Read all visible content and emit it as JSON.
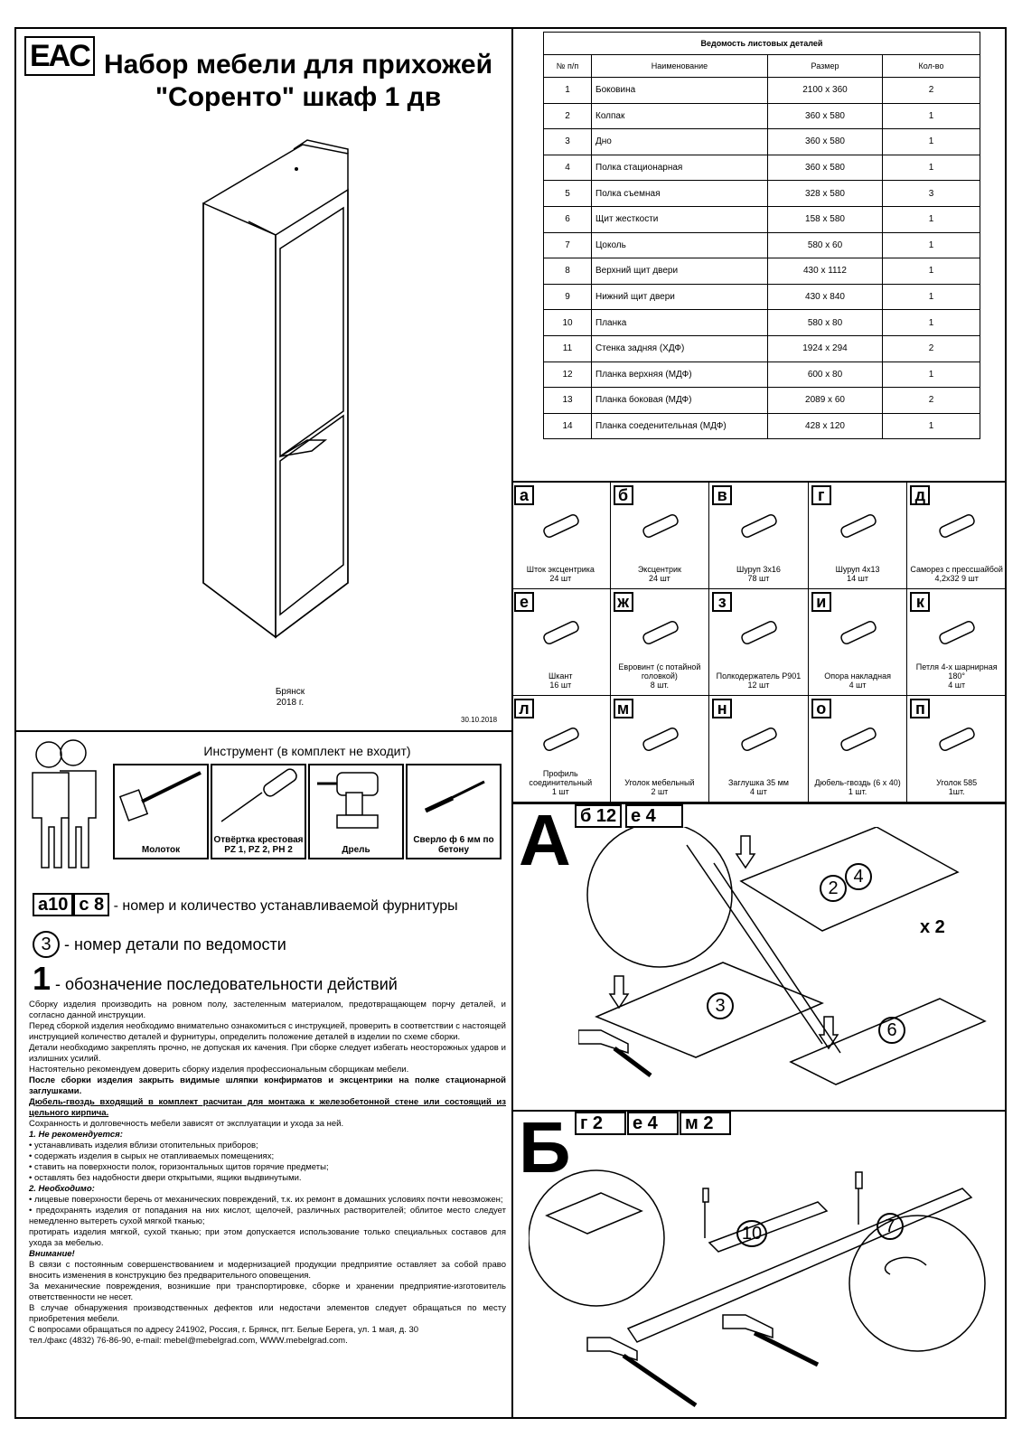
{
  "header": {
    "logo": "EAC",
    "title_line1": "Набор мебели для прихожей",
    "title_line2": "\"Соренто\" шкаф 1 дв",
    "city": "Брянск",
    "year": "2018 г.",
    "date": "30.10.2018"
  },
  "sheet": {
    "title": "Ведомость листовых деталей",
    "columns": [
      "№ п/п",
      "Наименование",
      "Размер",
      "Кол-во"
    ],
    "rows": [
      [
        "1",
        "Боковина",
        "2100 х 360",
        "2"
      ],
      [
        "2",
        "Колпак",
        "360 х 580",
        "1"
      ],
      [
        "3",
        "Дно",
        "360 х 580",
        "1"
      ],
      [
        "4",
        "Полка стационарная",
        "360 х 580",
        "1"
      ],
      [
        "5",
        "Полка съемная",
        "328 х 580",
        "3"
      ],
      [
        "6",
        "Щит жесткости",
        "158 х 580",
        "1"
      ],
      [
        "7",
        "Цоколь",
        "580 х 60",
        "1"
      ],
      [
        "8",
        "Верхний щит двери",
        "430 х 1112",
        "1"
      ],
      [
        "9",
        "Нижний щит двери",
        "430 х 840",
        "1"
      ],
      [
        "10",
        "Планка",
        "580 х 80",
        "1"
      ],
      [
        "11",
        "Стенка задняя (ХДФ)",
        "1924 х 294",
        "2"
      ],
      [
        "12",
        "Планка верхняя (МДФ)",
        "600 х 80",
        "1"
      ],
      [
        "13",
        "Планка боковая (МДФ)",
        "2089 х 60",
        "2"
      ],
      [
        "14",
        "Планка соеденительная (МДФ)",
        "428 х 120",
        "1"
      ]
    ]
  },
  "hardware": [
    {
      "letter": "а",
      "name": "Шток эксцентрика",
      "qty": "24 шт"
    },
    {
      "letter": "б",
      "name": "Эксцентрик",
      "qty": "24 шт"
    },
    {
      "letter": "в",
      "name": "Шуруп 3х16",
      "qty": "78 шт"
    },
    {
      "letter": "г",
      "name": "Шуруп 4х13",
      "qty": "14 шт"
    },
    {
      "letter": "д",
      "name": "Саморез с прессшайбой",
      "qty": "4,2х32 9 шт"
    },
    {
      "letter": "е",
      "name": "Шкант",
      "qty": "16 шт"
    },
    {
      "letter": "ж",
      "name": "Евровинт (с потайной головкой)",
      "qty": "8 шт."
    },
    {
      "letter": "з",
      "name": "Полкодержатель Р901",
      "qty": "12 шт"
    },
    {
      "letter": "и",
      "name": "Опора накладная",
      "qty": "4 шт"
    },
    {
      "letter": "к",
      "name": "Петля 4-х шарнирная 180°",
      "qty": "4 шт"
    },
    {
      "letter": "л",
      "name": "Профиль соединительный",
      "qty": "1 шт"
    },
    {
      "letter": "м",
      "name": "Уголок мебельный",
      "qty": "2 шт"
    },
    {
      "letter": "н",
      "name": "Заглушка 35 мм",
      "qty": "4 шт"
    },
    {
      "letter": "о",
      "name": "Дюбель-гвоздь (6 х 40)",
      "qty": "1 шт."
    },
    {
      "letter": "п",
      "name": "Уголок 585",
      "qty": "1шт."
    }
  ],
  "tools": {
    "title": "Инструмент (в комплект не входит)",
    "items": [
      "Молоток",
      "Отвёртка крестовая PZ 1, PZ 2, PH 2",
      "Дрель",
      "Сверло ф 6 мм по бетону"
    ]
  },
  "legend": {
    "tag1": "а10",
    "tag2": "с 8",
    "hardware_text": "- номер и количество устанавливаемой фурнитуры",
    "part_num": "3",
    "part_text": "- номер детали по ведомости",
    "step_num": "1",
    "step_text": "- обозначение последовательности действий"
  },
  "instructions": {
    "p1": "Сборку изделия производить на ровном полу, застеленным материалом, предотвращающем порчу деталей, и согласно данной инструкции.",
    "p2": "Перед сборкой изделия необходимо внимательно ознакомиться с инструкцией, проверить в соответствии с настоящей инструкцией количество деталей и фурнитуры, определить положение деталей в изделии по схеме сборки.",
    "p3": "Детали необходимо закреплять прочно, не допуская их качения. При сборке следует избегать неосторожных ударов и излишних усилий.",
    "p4": "Настоятельно рекомендуем доверить сборку изделия профессиональным сборщикам мебели.",
    "p5": "После сборки изделия закрыть видимые шляпки конфирматов и эксцентрики на полке стационарной заглушками.",
    "p6": "Дюбель-гвоздь входящий в комплект расчитан для монтажа к железобетонной стене или состоящий из цельного кирпича.",
    "p7": "Сохранность и долговечность мебели зависят от эксплуатации и ухода за ней.",
    "h1": "1. Не рекомендуется:",
    "b1": "• устанавливать изделия вблизи отопительных приборов;",
    "b2": "• содержать изделия в сырых не отапливаемых помещениях;",
    "b3": "• ставить на поверхности полок, горизонтальных щитов горячие предметы;",
    "b4": "• оставлять без надобности двери открытыми, ящики выдвинутыми.",
    "h2": "2. Необходимо:",
    "b5": "• лицевые поверхности беречь от механических повреждений, т.к. их ремонт в домашних условиях почти невозможен;",
    "b6": "• предохранять изделия от попадания на них кислот, щелочей, различных растворителей; облитое место следует немедленно вытереть сухой мягкой тканью;",
    "p8": "протирать изделия мягкой, сухой тканью; при этом допускается использование только специальных составов для ухода за мебелью.",
    "h3": "Внимание!",
    "p9": "В связи с постоянным совершенствованием и модернизацией продукции предприятие оставляет за собой право вносить изменения в конструкцию без предварительного оповещения.",
    "p10": "За механические повреждения, возникшие при транспортировке, сборке и хранении предприятие-изготовитель ответственности не несет.",
    "p11": "В случае обнаружения производственных дефектов или недостачи элементов следует обращаться по месту приобретения мебели.",
    "p12": "С вопросами обращаться по адресу 241902, Россия, г. Брянск, пгт. Белые Берега, ул. 1 мая, д. 30",
    "p13": "тел./факс (4832) 76-86-90, e-mail: mebel@mebelgrad.com, WWW.mebelgrad.com."
  },
  "stepA": {
    "letter": "А",
    "tag1": "б 12",
    "tag2": "е 4",
    "parts": [
      "2",
      "4",
      "3",
      "6"
    ],
    "mult": "х 2"
  },
  "stepB": {
    "letter": "Б",
    "tag1": "г 2",
    "tag2": "е 4",
    "tag3": "м 2",
    "parts": [
      "10",
      "7"
    ]
  }
}
